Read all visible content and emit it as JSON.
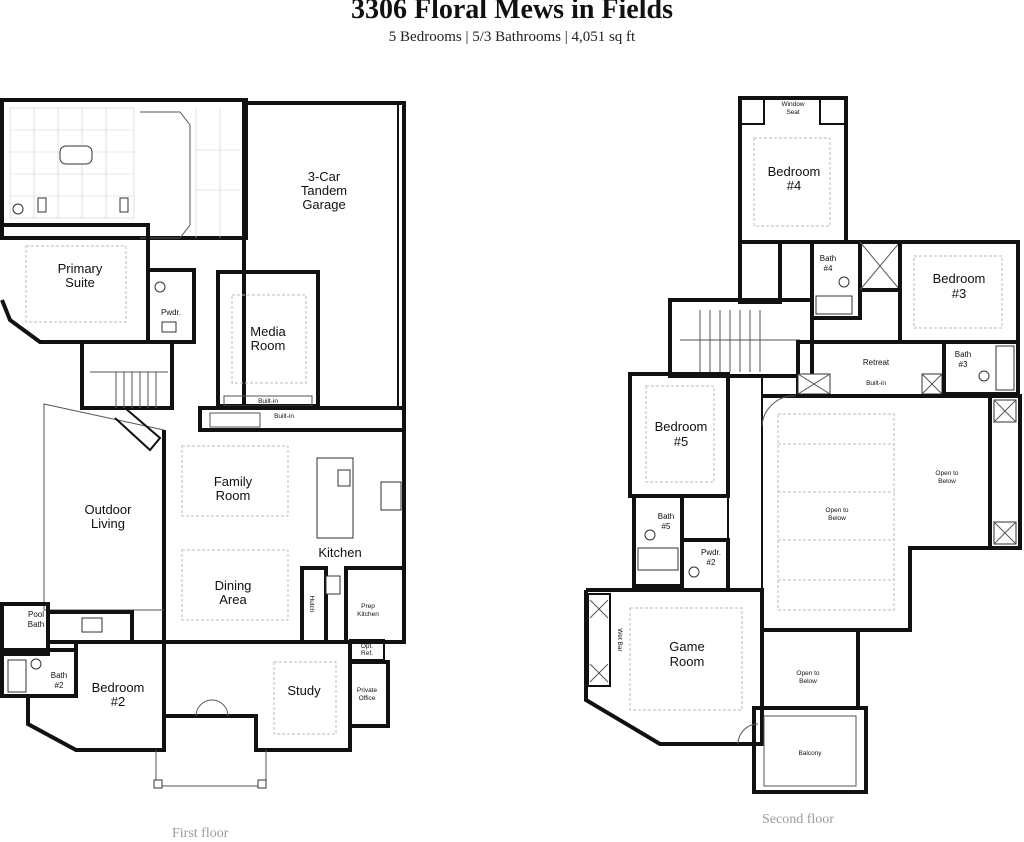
{
  "header": {
    "title": "3306 Floral Mews in Fields",
    "subtitle": "5 Bedrooms | 5/3 Bathrooms | 4,051 sq ft"
  },
  "first_floor": {
    "caption": "First floor",
    "rooms": {
      "garage": [
        "3-Car",
        "Tandem",
        "Garage"
      ],
      "primary_suite": [
        "Primary",
        "Suite"
      ],
      "pwdr": "Pwdr.",
      "media_room": [
        "Media",
        "Room"
      ],
      "built_in_media": "Built-in",
      "built_in_family": "Built-in",
      "outdoor_living": [
        "Outdoor",
        "Living"
      ],
      "family_room": [
        "Family",
        "Room"
      ],
      "dining_area": [
        "Dining",
        "Area"
      ],
      "kitchen": "Kitchen",
      "hutch": "Hutch",
      "prep_kitchen": [
        "Prep",
        "Kitchen"
      ],
      "opt_ref": [
        "Opt.",
        "Ref."
      ],
      "pool_bath": [
        "Pool",
        "Bath"
      ],
      "bath2": [
        "Bath",
        "#2"
      ],
      "bedroom2": [
        "Bedroom",
        "#2"
      ],
      "study": "Study",
      "private_office": [
        "Private",
        "Office"
      ]
    }
  },
  "second_floor": {
    "caption": "Second floor",
    "rooms": {
      "window_seat": [
        "Window",
        "Seat"
      ],
      "bedroom4": [
        "Bedroom",
        "#4"
      ],
      "bath4": [
        "Bath",
        "#4"
      ],
      "bedroom3": [
        "Bedroom",
        "#3"
      ],
      "retreat": "Retreat",
      "built_in": "Built-in",
      "bath3": [
        "Bath",
        "#3"
      ],
      "bedroom5": [
        "Bedroom",
        "#5"
      ],
      "bath5": [
        "Bath",
        "#5"
      ],
      "pwdr2": [
        "Pwdr.",
        "#2"
      ],
      "open_below_1": [
        "Open to",
        "Below"
      ],
      "open_below_2": [
        "Open to",
        "Below"
      ],
      "open_below_3": [
        "Open to",
        "Below"
      ],
      "game_room": [
        "Game",
        "Room"
      ],
      "wet_bar": "Wet Bar",
      "balcony": "Balcony"
    }
  }
}
